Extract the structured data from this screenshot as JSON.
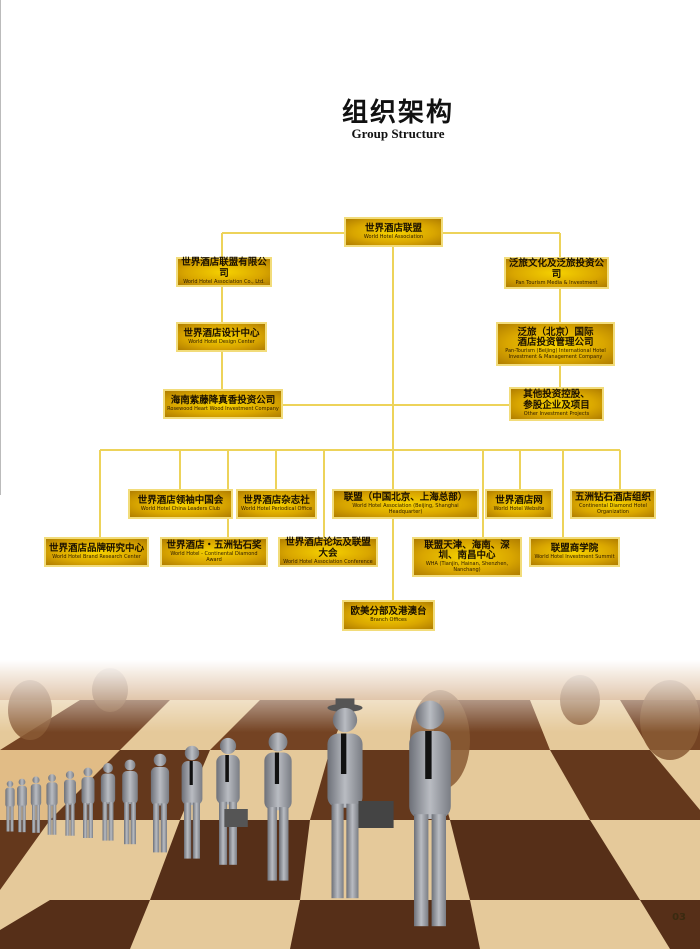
{
  "title": {
    "cn": "组织架构",
    "en": "Group Structure"
  },
  "page_number": "03",
  "nodes": {
    "root": {
      "cn": "世界酒店联盟",
      "en": "World Hotel Association"
    },
    "l1": {
      "cn": "世界酒店联盟有限公司",
      "en": "World Hotel Association Co., Ltd."
    },
    "l2": {
      "cn": "世界酒店设计中心",
      "en": "World Hotel Design Center"
    },
    "l3": {
      "cn": "海南紫藤降真香投资公司",
      "en": "Rosewood Heart Wood Investment Company"
    },
    "r1": {
      "cn": "泛旅文化及泛旅投资公司",
      "en": "Pan Tourism Media & Investment"
    },
    "r2": {
      "cn": "泛旅（北京）国际酒店投资管理公司",
      "en": "Pan-Tourism (Beijing) International Hotel Investment & Management Company"
    },
    "r3": {
      "cn": "其他投资控股、参股企业及项目",
      "en": "Other Investment Projects"
    },
    "a1": {
      "cn": "世界酒店领袖中国会",
      "en": "World Hotel China Leaders Club"
    },
    "a2": {
      "cn": "世界酒店杂志社",
      "en": "World Hotel Periodical Office"
    },
    "a3": {
      "cn": "联盟（中国北京、上海总部）",
      "en": "World Hotel Association (Beijing, Shanghai Headquarter)"
    },
    "a4": {
      "cn": "世界酒店网",
      "en": "World Hotel Website"
    },
    "a5": {
      "cn": "五洲钻石酒店组织",
      "en": "Continental Diamond Hotel Organization"
    },
    "b1": {
      "cn": "世界酒店品牌研究中心",
      "en": "World Hotel Brand Research Center"
    },
    "b2": {
      "cn": "世界酒店・五洲钻石奖",
      "en": "World Hotel - Continental Diamond Award"
    },
    "b3": {
      "cn": "世界酒店论坛及联盟大会",
      "en": "World Hotel Association Conference"
    },
    "b4": {
      "cn": "联盟天津、海南、深圳、南昌中心",
      "en": "WHA (Tianjin, Hainan, Shenzhen, Nanchang)"
    },
    "b5": {
      "cn": "联盟商学院",
      "en": "World Hotel Investment Summit"
    },
    "c1": {
      "cn": "欧美分部及港澳台",
      "en": "Branch Offices"
    }
  },
  "colors": {
    "box": "#e0b000",
    "line": "#edd35a"
  }
}
